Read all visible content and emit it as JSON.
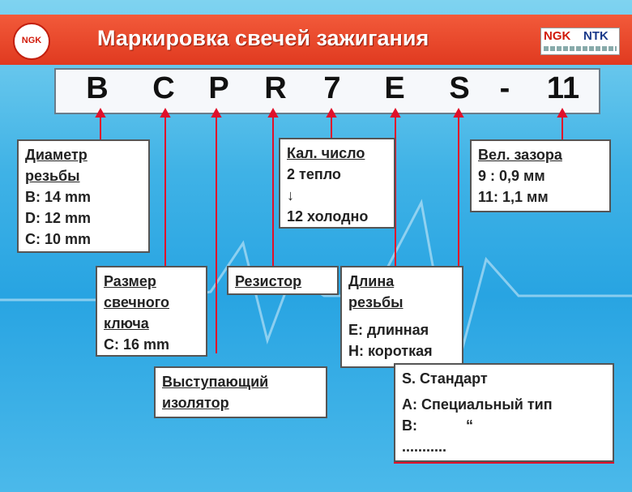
{
  "header": {
    "logo_text": "NGK",
    "title": "Маркировка свечей зажигания",
    "brand_ngk": "NGK",
    "brand_ntk": "NTK"
  },
  "code": {
    "letters": [
      "B",
      "C",
      "P",
      "R",
      "7",
      "E",
      "S",
      "-",
      "11"
    ]
  },
  "diameter": {
    "heading_1": "Диаметр",
    "heading_2": "резьбы",
    "items": [
      "B: 14 mm",
      "D: 12 mm",
      "C: 10 mm"
    ]
  },
  "key_size": {
    "heading_1": "Размер",
    "heading_2": "свечного",
    "heading_3": "ключа",
    "value": "C: 16 mm"
  },
  "insulator": {
    "heading_1": "Выступающий",
    "heading_2": "изолятор"
  },
  "resistor": {
    "heading": "Резистор"
  },
  "heat_range": {
    "heading": "Кал. число",
    "hot": "2  тепло",
    "arrow": "↓",
    "cold": "12 холодно"
  },
  "thread_length": {
    "heading_1": "Длина",
    "heading_2": "резьбы",
    "items": [
      "E: длинная",
      "H: короткая"
    ]
  },
  "type": {
    "standard": "S. Стандарт",
    "special": "A: Специальный тип",
    "b": "B:",
    "b_mark": "“",
    "more": "..........."
  },
  "gap": {
    "heading": "Вел. зазора",
    "items": [
      "9  : 0,9 мм",
      "11: 1,1 мм"
    ]
  },
  "colors": {
    "header_red": "#e03a20",
    "line_red": "#e0102a",
    "background_blue": "#28a4e2"
  }
}
